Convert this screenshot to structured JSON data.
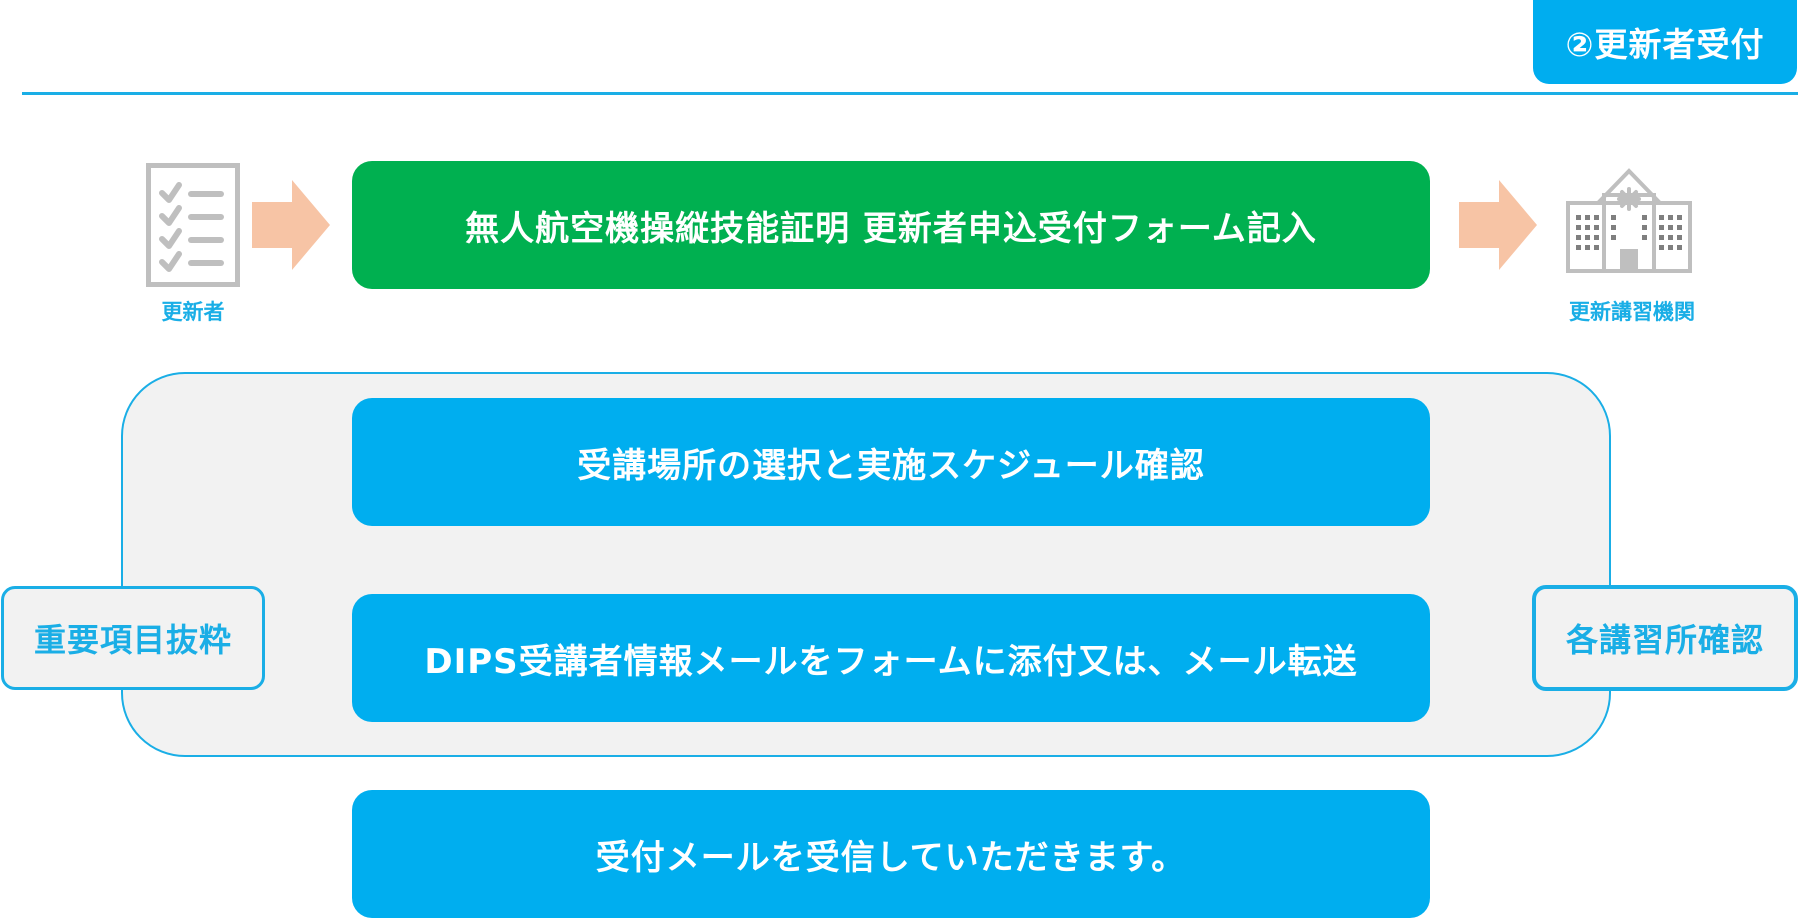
{
  "header": {
    "badge": "②更新者受付"
  },
  "actors": {
    "left": "更新者",
    "right": "更新講習機関"
  },
  "steps": [
    "無人航空機操縦技能証明 更新者申込受付フォーム記入",
    "受講場所の選択と実施スケジュール確認",
    "DIPS受講者情報メールをフォームに添付又は、メール転送",
    "受付メールを受信していただきます。"
  ],
  "side_labels": {
    "left": "重要項目抜粋",
    "right": "各講習所確認"
  },
  "colors": {
    "accent_blue": "#00aeef",
    "step_green": "#00b050",
    "arrow_peach": "#f7c4a5",
    "panel_gray": "#f2f2f2",
    "icon_gray": "#bfbfbf"
  },
  "icons": {
    "checklist": "checklist-icon",
    "building": "building-icon",
    "arrows": "arrow-right-icon"
  }
}
